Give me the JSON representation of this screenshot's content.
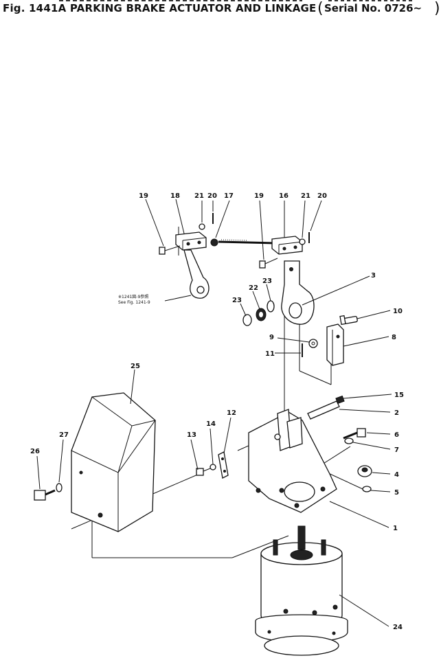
{
  "header": {
    "title": "Fig. 1441A  PARKING  BRAKE  ACTUATOR  AND  LINKAGE",
    "serial": "Serial  No.  0726~"
  },
  "reference_note": {
    "line1": "※1241図-9参照",
    "line2": "See Fig. 1241-9"
  },
  "callouts": [
    {
      "id": "c19a",
      "label": "19"
    },
    {
      "id": "c18",
      "label": "18"
    },
    {
      "id": "c21a",
      "label": "21"
    },
    {
      "id": "c20a",
      "label": "20"
    },
    {
      "id": "c17",
      "label": "17"
    },
    {
      "id": "c19b",
      "label": "19"
    },
    {
      "id": "c16",
      "label": "16"
    },
    {
      "id": "c21b",
      "label": "21"
    },
    {
      "id": "c20b",
      "label": "20"
    },
    {
      "id": "c3",
      "label": "3"
    },
    {
      "id": "c22",
      "label": "22"
    },
    {
      "id": "c23a",
      "label": "23"
    },
    {
      "id": "c23b",
      "label": "23"
    },
    {
      "id": "c10",
      "label": "10"
    },
    {
      "id": "c9",
      "label": "9"
    },
    {
      "id": "c8",
      "label": "8"
    },
    {
      "id": "c11",
      "label": "11"
    },
    {
      "id": "c25",
      "label": "25"
    },
    {
      "id": "c15",
      "label": "15"
    },
    {
      "id": "c12",
      "label": "12"
    },
    {
      "id": "c14",
      "label": "14"
    },
    {
      "id": "c13",
      "label": "13"
    },
    {
      "id": "c2",
      "label": "2"
    },
    {
      "id": "c27",
      "label": "27"
    },
    {
      "id": "c26",
      "label": "26"
    },
    {
      "id": "c6",
      "label": "6"
    },
    {
      "id": "c7",
      "label": "7"
    },
    {
      "id": "c4",
      "label": "4"
    },
    {
      "id": "c5",
      "label": "5"
    },
    {
      "id": "c1",
      "label": "1"
    },
    {
      "id": "c24",
      "label": "24"
    }
  ]
}
